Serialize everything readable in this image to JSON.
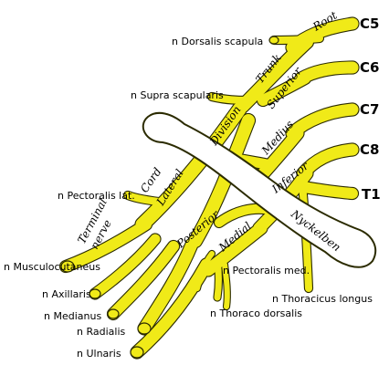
{
  "colors": {
    "nerve": "#f0ea18",
    "outline": "#2b2b00",
    "clavicle": "#ffffff",
    "background": "#ffffff"
  },
  "roots": [
    "C5",
    "C6",
    "C7",
    "C8",
    "T1"
  ],
  "regions": {
    "root": "Root",
    "trunk": "Trunk",
    "division": "Division",
    "cord": "Cord",
    "terminal_nerve_1": "Terminal",
    "terminal_nerve_2": "nerve"
  },
  "trunks": [
    "Superior",
    "Medius",
    "Inferior"
  ],
  "cords": [
    "Lateral",
    "Posterior",
    "Medial"
  ],
  "clavicle_label": "Nyckelben",
  "nerves": {
    "dorsalis_scapula": "n Dorsalis scapula",
    "supra_scapularis": "n Supra scapularis",
    "pectoralis_lat": "n Pectoralis lat.",
    "musculocutaneus": "n Musculocutaneus",
    "axillaris": "n Axillaris",
    "medianus": "n Medianus",
    "radialis": "n Radialis",
    "ulnaris": "n Ulnaris",
    "pectoralis_med": "n Pectoralis med.",
    "thoracicus_longus": "n Thoracicus longus",
    "thoraco_dorsalis": "n Thoraco dorsalis"
  }
}
